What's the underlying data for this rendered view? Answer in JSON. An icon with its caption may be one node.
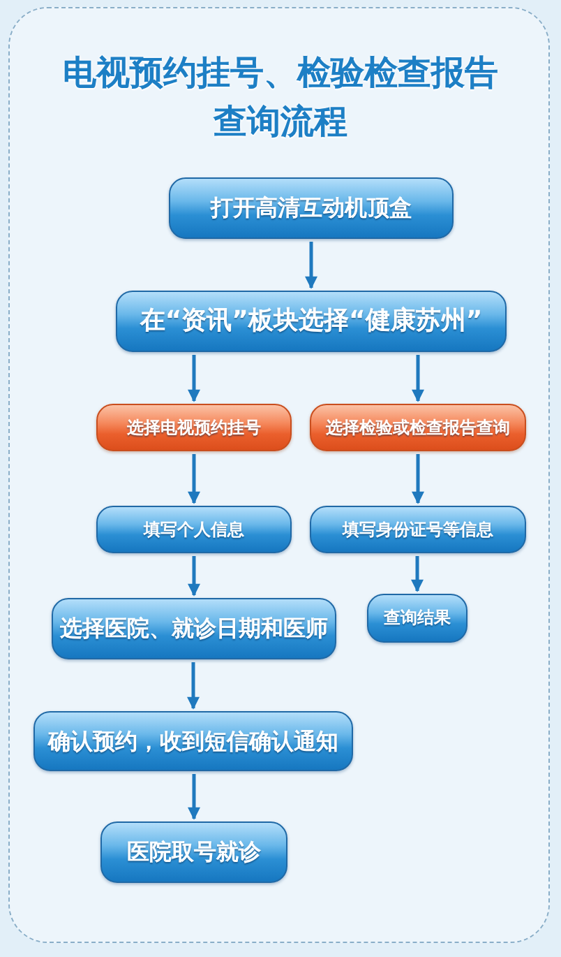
{
  "diagram": {
    "title": "电视预约挂号、检验检查报告查询流程",
    "nodes": [
      {
        "text": [
          "打开高清互动机顶盒"
        ]
      },
      {
        "text": [
          "在“资讯”板块选择“健康苏州”"
        ]
      },
      {
        "text": [
          "选择电视预约挂号"
        ]
      },
      {
        "text": [
          "选择检验或检查报告查询"
        ]
      },
      {
        "text": [
          "填写个人信息"
        ]
      },
      {
        "text": [
          "填写身份证号等信息"
        ]
      },
      {
        "text": [
          "选择医院、就诊日期和医师"
        ]
      },
      {
        "text": [
          "查询结果"
        ]
      },
      {
        "text": [
          "确认预约，收到短信确认通知"
        ]
      },
      {
        "text": [
          "医院取号就诊"
        ]
      }
    ],
    "edges": [
      {
        "from": 0,
        "to": 1,
        "arrow": "to"
      },
      {
        "from": 1,
        "to": 2,
        "arrow": "to"
      },
      {
        "from": 1,
        "to": 3,
        "arrow": "to"
      },
      {
        "from": 2,
        "to": 4,
        "arrow": "to"
      },
      {
        "from": 3,
        "to": 5,
        "arrow": "to"
      },
      {
        "from": 4,
        "to": 6,
        "arrow": "to"
      },
      {
        "from": 5,
        "to": 7,
        "arrow": "to"
      },
      {
        "from": 6,
        "to": 8,
        "arrow": "to"
      },
      {
        "from": 8,
        "to": 9,
        "arrow": "to"
      }
    ]
  }
}
